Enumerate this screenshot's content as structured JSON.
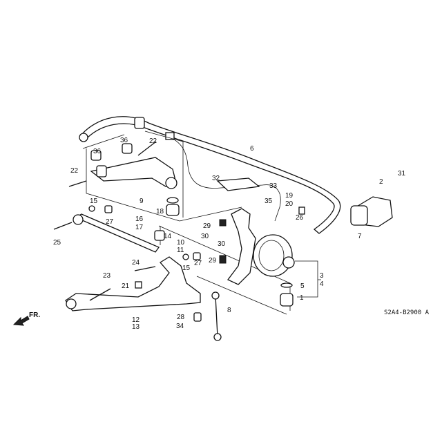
{
  "diagram": {
    "code": "S2A4-B2900 A",
    "front_indicator": "FR.",
    "callouts": [
      "36",
      "36",
      "22",
      "22",
      "6",
      "31",
      "2",
      "32",
      "33",
      "19",
      "20",
      "35",
      "15",
      "27",
      "16",
      "17",
      "9",
      "18",
      "26",
      "7",
      "25",
      "14",
      "10",
      "11",
      "29",
      "30",
      "30",
      "29",
      "15",
      "27",
      "24",
      "21",
      "23",
      "3",
      "4",
      "5",
      "1",
      "12",
      "13",
      "8",
      "28",
      "34"
    ]
  }
}
